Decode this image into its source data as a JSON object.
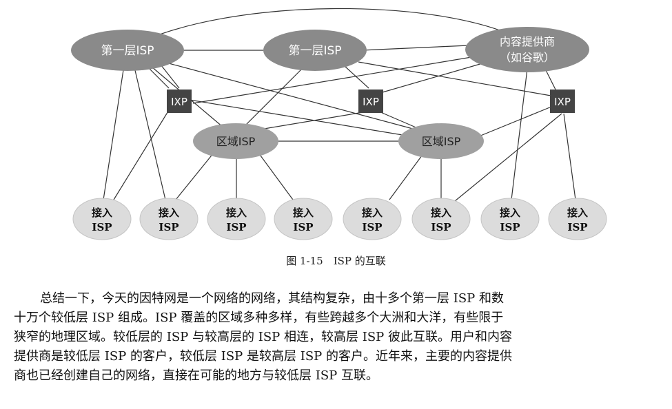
{
  "nodes": {
    "tier1_left": "第一层ISP",
    "tier1_mid": "第一层ISP",
    "content_provider_line1": "内容提供商",
    "content_provider_line2": "（如谷歌）",
    "ixp_left": "IXP",
    "ixp_mid": "IXP",
    "ixp_right": "IXP",
    "regional_left": "区域ISP",
    "regional_right": "区域ISP",
    "access_line1": "接入",
    "access_line2": "ISP"
  },
  "colors": {
    "large_ellipse": "#8a8a8a",
    "regional_ellipse": "#a0a0a0",
    "ixp_box": "#444444",
    "access_fill": "#dcdcdc",
    "link": "#333333"
  },
  "caption": "图 1-15　ISP 的互联",
  "paragraph": [
    "总结一下，今天的因特网是一个网络的网络，其结构复杂，由十多个第一层 ISP 和数",
    "十万个较低层 ISP 组成。ISP 覆盖的区域多种多样，有些跨越多个大洲和大洋，有些限于",
    "狭窄的地理区域。较低层的 ISP 与较高层的 ISP 相连，较高层 ISP 彼此互联。用户和内容",
    "提供商是较低层 ISP 的客户，较低层 ISP 是较高层 ISP 的客户。近年来，主要的内容提供",
    "商也已经创建自己的网络，直接在可能的地方与较低层 ISP 互联。"
  ]
}
